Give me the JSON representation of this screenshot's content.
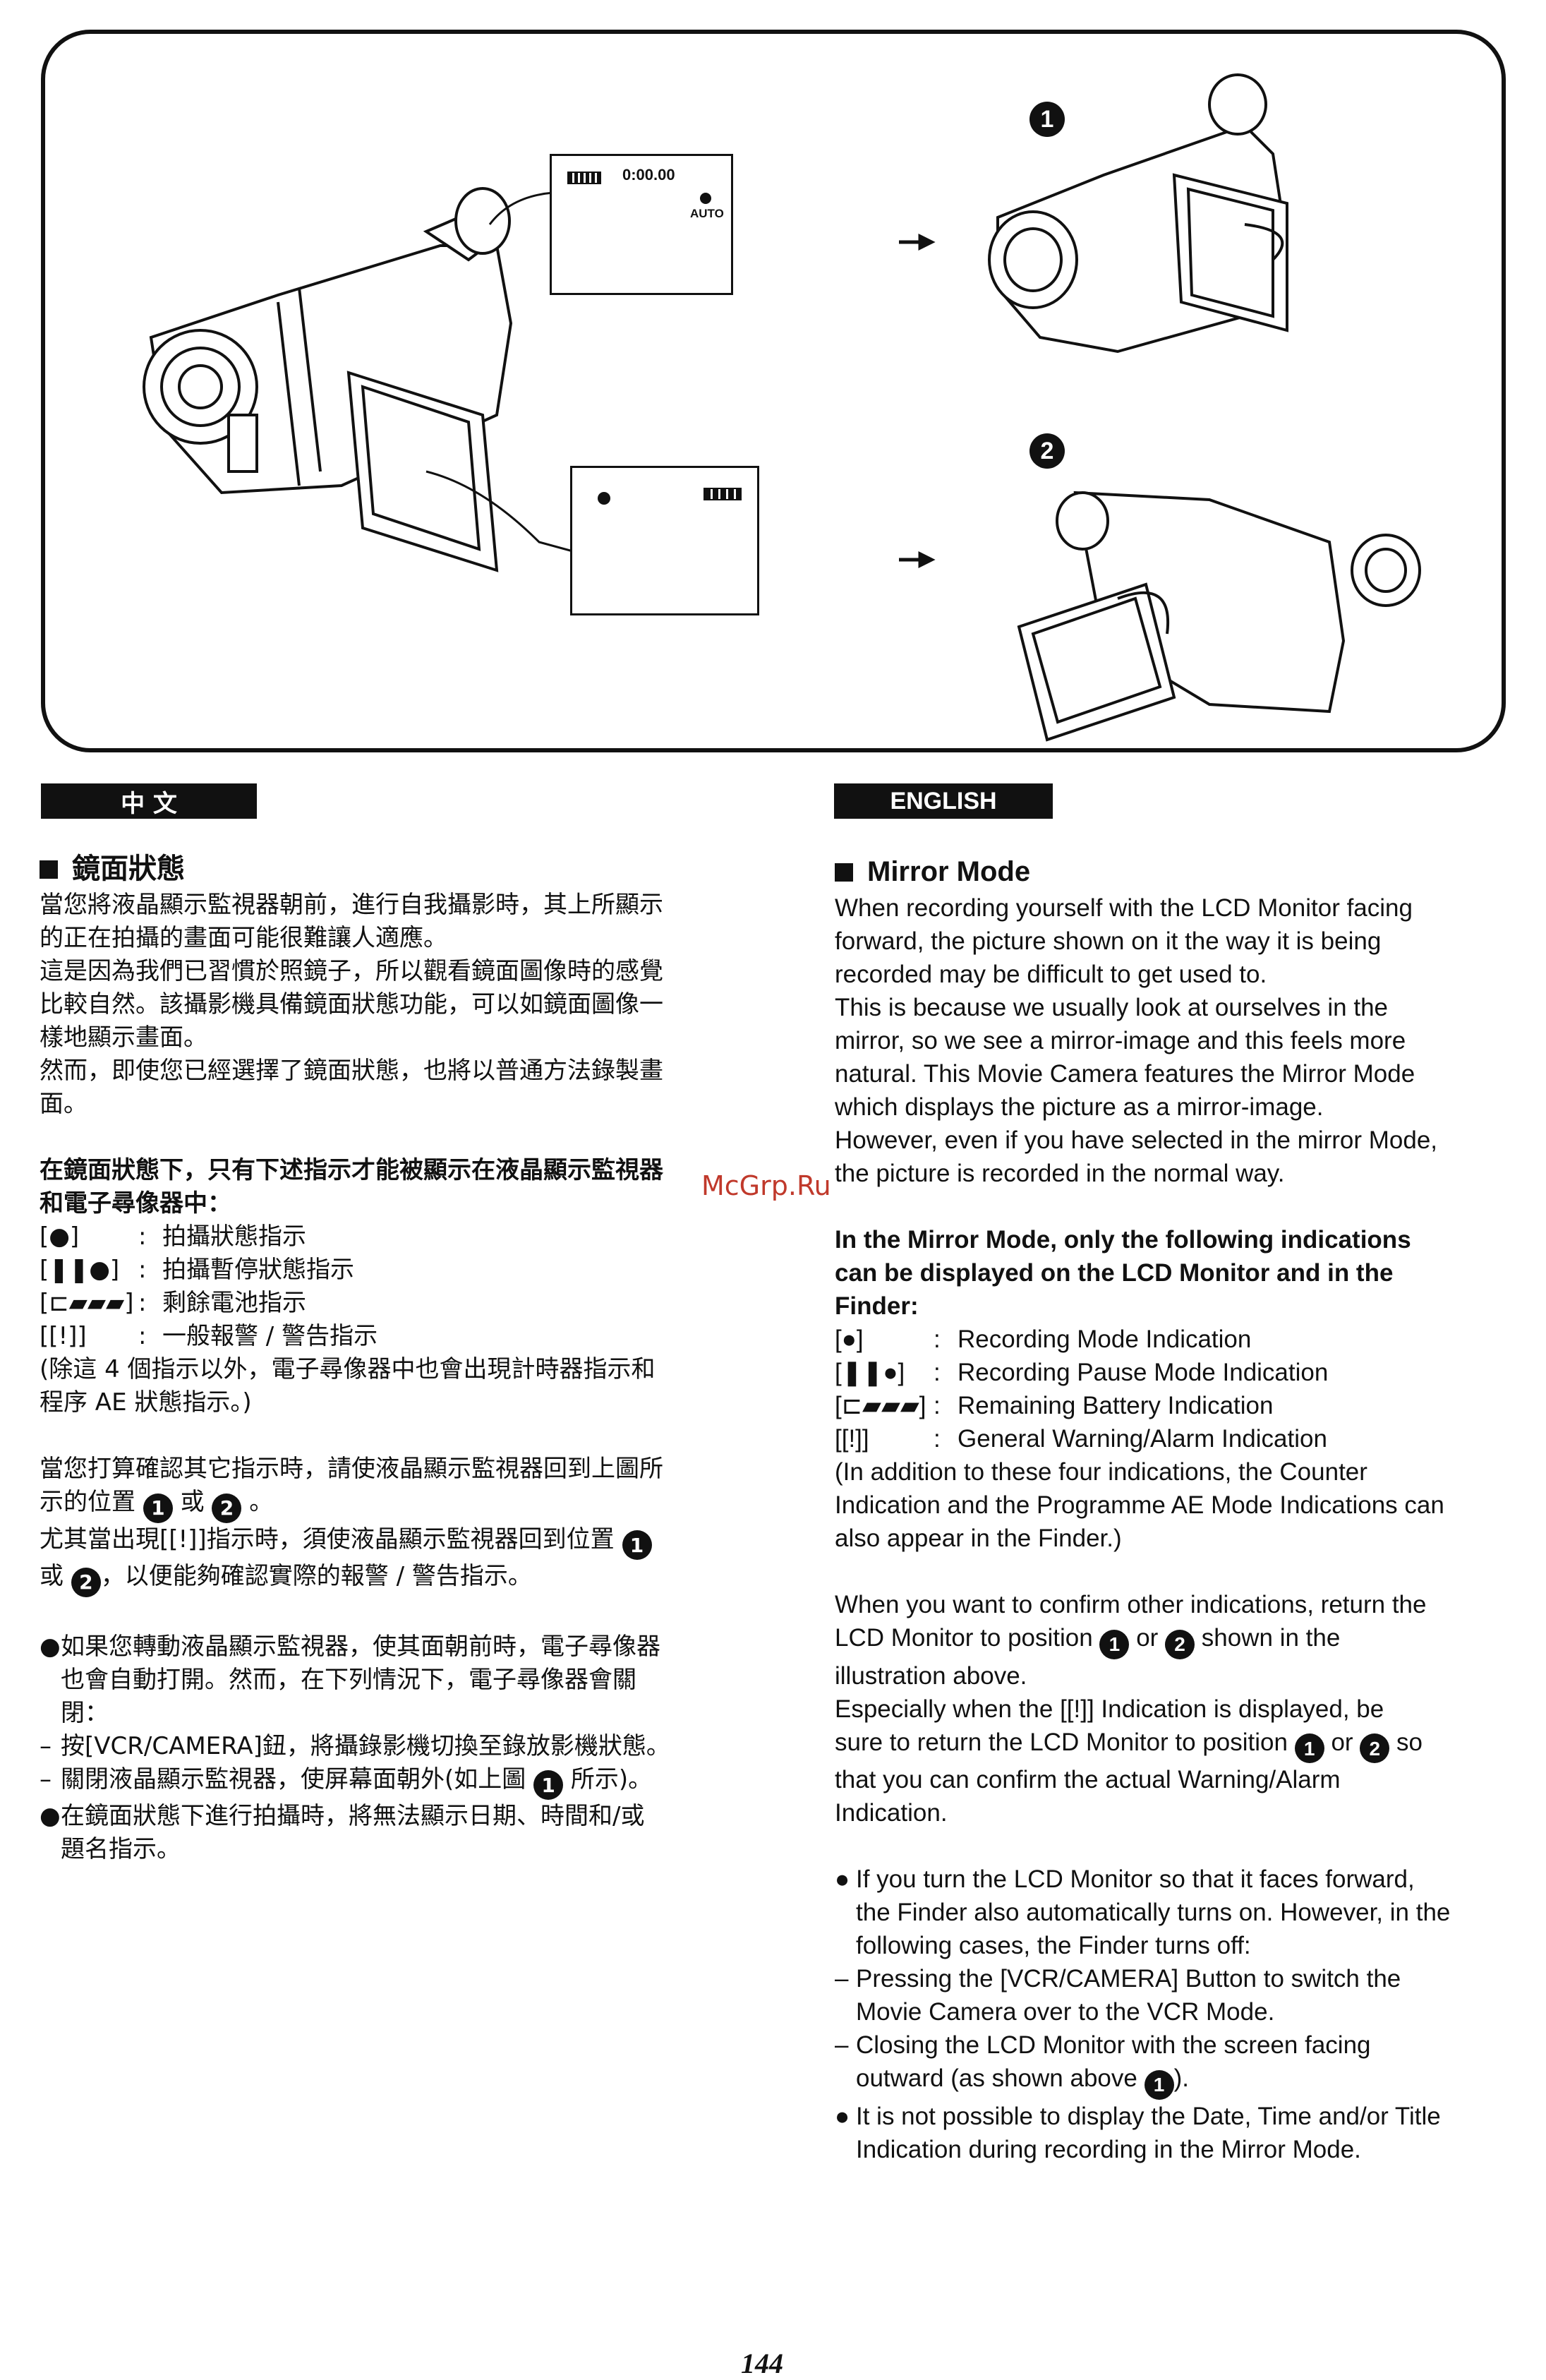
{
  "illustration": {
    "num1": "1",
    "num2": "2",
    "top_screen": {
      "time": "0:00.00",
      "auto": "AUTO"
    }
  },
  "tabs": {
    "zh": "中 文",
    "en": "ENGLISH"
  },
  "zh": {
    "heading": "鏡面狀態",
    "p1": [
      "當您將液晶顯示監視器朝前，進行自我攝影時，其上所顯示",
      "的正在拍攝的畫面可能很難讓人適應。"
    ],
    "p2": [
      "這是因為我們已習慣於照鏡子，所以觀看鏡面圖像時的感覺",
      "比較自然。該攝影機具備鏡面狀態功能，可以如鏡面圖像一",
      "樣地顯示畫面。"
    ],
    "p3": [
      "然而，即使您已經選擇了鏡面狀態，也將以普通方法錄製畫",
      "面。"
    ],
    "bold": [
      "在鏡面狀態下，只有下述指示才能被顯示在液晶顯示監視器",
      "和電子尋像器中："
    ],
    "indications": [
      {
        "sym": "[●]",
        "text": "拍攝狀態指示"
      },
      {
        "sym": "[❚❚●]",
        "text": "拍攝暫停狀態指示"
      },
      {
        "sym": "[⊏▰▰▰]",
        "text": "剩餘電池指示"
      },
      {
        "sym": "[[!]]",
        "text": "一般報警 / 警告指示"
      }
    ],
    "note": [
      "(除這 4 個指示以外，電子尋像器中也會出現計時器指示和",
      "程序 AE 狀態指示。)"
    ],
    "confirm1a": "當您打算確認其它指示時，請使液晶顯示監視器回到上圖所",
    "confirm1b": "示的位置",
    "confirm1c": "或",
    "confirm1d": "。",
    "confirm2a": "尤其當出現[[!]]指示時，須使液晶顯示監視器回到位置",
    "confirm2b": "或",
    "confirm2c": "，以便能夠確認實際的報警 / 警告指示。",
    "bullet1": [
      "如果您轉動液晶顯示監視器，使其面朝前時，電子尋像器",
      "也會自動打開。然而，在下列情況下，電子尋像器會關",
      "閉："
    ],
    "dash1": "按[VCR/CAMERA]鈕，將攝錄影機切換至錄放影機狀態。",
    "dash2a": "關閉液晶顯示監視器，使屏幕面朝外(如上圖",
    "dash2b": "所示)。",
    "bullet2": [
      "在鏡面狀態下進行拍攝時，將無法顯示日期、時間和/或",
      "題名指示。"
    ]
  },
  "en": {
    "heading": "Mirror Mode",
    "p1": [
      "When recording yourself with the LCD Monitor facing",
      "forward, the picture shown on it the way it is being",
      "recorded may be difficult to get used to.",
      "This is because we usually look at ourselves in the",
      "mirror, so we see a mirror-image and this feels more",
      "natural. This Movie Camera features the Mirror Mode",
      "which displays the picture as a mirror-image.",
      "However, even if you have selected in the mirror Mode,",
      "the picture is recorded in the normal way."
    ],
    "bold": [
      "In the Mirror Mode, only the following indications",
      "can be displayed on the LCD Monitor and in the",
      "Finder:"
    ],
    "indications": [
      {
        "sym": "[●]",
        "text": "Recording Mode Indication"
      },
      {
        "sym": "[❚❚●]",
        "text": "Recording Pause Mode Indication"
      },
      {
        "sym": "[⊏▰▰▰]",
        "text": "Remaining Battery Indication"
      },
      {
        "sym": "[[!]]",
        "text": "General Warning/Alarm Indication"
      }
    ],
    "note": [
      "(In addition to these four indications, the Counter",
      "Indication and the Programme AE Mode Indications can",
      "also appear in the Finder.)"
    ],
    "confirm1": "When you want to confirm other indications, return the",
    "confirm2a": "LCD Monitor to position",
    "confirm2b": "or",
    "confirm2c": "shown in the",
    "confirm3": "illustration above.",
    "confirm4": "Especially when the [[!]] Indication is displayed, be",
    "confirm5a": "sure to return the LCD Monitor to position",
    "confirm5b": "or",
    "confirm5c": "so",
    "confirm6": "that you can confirm the actual Warning/Alarm",
    "confirm7": "Indication.",
    "bullet1": [
      "If you turn the LCD Monitor so that it faces forward,",
      "the Finder also automatically turns on. However, in the",
      "following cases, the Finder turns off:"
    ],
    "dash1": [
      "Pressing the [VCR/CAMERA] Button to switch the",
      "Movie Camera over to the VCR Mode."
    ],
    "dash2a": "Closing the LCD Monitor with the screen facing",
    "dash2b": "outward (as shown above",
    "dash2c": ").",
    "bullet2": [
      "It is not possible to display the Date, Time and/or Title",
      "Indication during recording in the Mirror Mode."
    ]
  },
  "watermark": "McGrp.Ru",
  "page_number": "144"
}
